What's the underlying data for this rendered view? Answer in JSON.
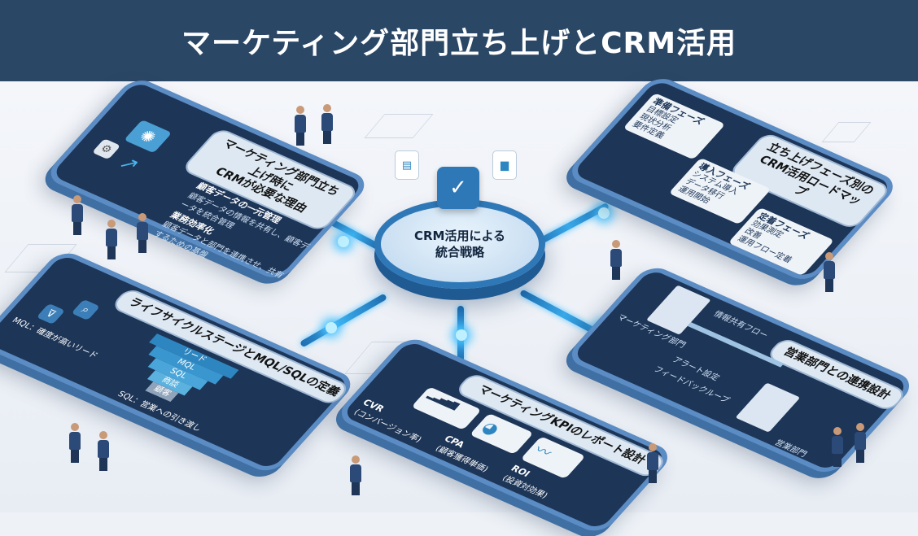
{
  "title": "マーケティング部門立ち上げとCRM活用",
  "hub": {
    "label": "CRM活用による\n統合戦略"
  },
  "panels": {
    "reasons": {
      "title": "マーケティング部門立ち上げ時に\nCRMが必要な理由",
      "items": [
        {
          "heading": "顧客データの一元管理",
          "text": "顧客データの情報を共有し、顧客データを統合管理"
        },
        {
          "heading": "業務効率化",
          "text": "顧客データと部門を連携させ、共有するための基盤"
        }
      ]
    },
    "roadmap": {
      "title": "立ち上げフェーズ別の\nCRM活用ロードマップ",
      "phases": [
        {
          "name": "準備フェーズ",
          "items": [
            "目標設定",
            "現状分析",
            "要件定義"
          ]
        },
        {
          "name": "導入フェーズ",
          "items": [
            "システム導入",
            "データ移行",
            "運用開始"
          ]
        },
        {
          "name": "定着フェーズ",
          "items": [
            "効果測定",
            "改善",
            "運用フロー定着"
          ]
        }
      ]
    },
    "lifecycle": {
      "title": "ライフサイクルステージとMQL/SQLの定義",
      "funnel": [
        "リード",
        "MQL",
        "SQL",
        "商談",
        "顧客"
      ],
      "definitions": [
        "MQL：確度が高いリード",
        "SQL：営業への引き渡し"
      ]
    },
    "kpi": {
      "title": "マーケティングKPIのレポート設計",
      "metrics": [
        {
          "name": "CVR",
          "sub": "(コンバージョン率)"
        },
        {
          "name": "CPA",
          "sub": "(顧客獲得単価)"
        },
        {
          "name": "ROI",
          "sub": "(投資対効果)"
        }
      ]
    },
    "sales": {
      "title": "営業部門との連携設計",
      "marketing_dept": "マーケティング部門",
      "sales_dept": "営業部門",
      "flow": "情報共有フロー",
      "alert": "アラート設定",
      "feedback": "フィードバックループ"
    }
  }
}
